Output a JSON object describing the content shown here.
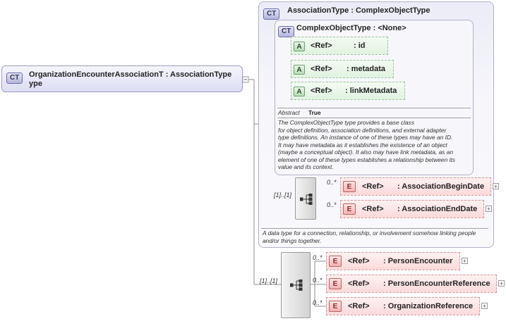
{
  "main_type": {
    "badge": "CT",
    "label_line1": "OrganizationEncounterAssociationT : AssociationType",
    "label_line2": "ype"
  },
  "association_type": {
    "badge": "CT",
    "title": "AssociationType : ComplexObjectType",
    "description": "A data type for a connection, relationship, or involvement somehow linking people and/or things together."
  },
  "complex_object_type": {
    "badge": "CT",
    "title": "ComplexObjectType : <None>",
    "attributes": [
      {
        "badge": "A",
        "ref": "<Ref>",
        "name": ": id"
      },
      {
        "badge": "A",
        "ref": "<Ref>",
        "name": ": metadata"
      },
      {
        "badge": "A",
        "ref": "<Ref>",
        "name": ": linkMetadata"
      }
    ],
    "abstract_label": "Abstract",
    "abstract_value": "True",
    "description_lines": [
      "The ComplexObjectType type provides a base class",
      "for object definition, association definitions, and external adapter",
      "type definitions. An instance of one of these types may have an ID.",
      "It may have metadata as it establishes the existence of an object",
      "(maybe a conceptual object). It also may have link metadata, as an",
      "element of one of these types establishes a relationship between its",
      "value and its context."
    ]
  },
  "association_sequence": {
    "multiplicity": "[1]..[1]",
    "elements": [
      {
        "badge": "E",
        "ref": "<Ref>",
        "name": ": AssociationBeginDate",
        "multiplicity": "0..*"
      },
      {
        "badge": "E",
        "ref": "<Ref>",
        "name": ": AssociationEndDate",
        "multiplicity": "0..*"
      }
    ]
  },
  "main_sequence": {
    "multiplicity": "[1]..[1]",
    "elements": [
      {
        "badge": "E",
        "ref": "<Ref>",
        "name": ": PersonEncounter",
        "multiplicity": "0..*"
      },
      {
        "badge": "E",
        "ref": "<Ref>",
        "name": ": PersonEncounterReference",
        "multiplicity": "0..*"
      },
      {
        "badge": "E",
        "ref": "<Ref>",
        "name": ": OrganizationReference",
        "multiplicity": "0..*"
      }
    ]
  },
  "icons": {
    "plus": "+",
    "ct_badge_icon": "ct-plus-icon",
    "sequence_icon": "sequence-icon"
  }
}
